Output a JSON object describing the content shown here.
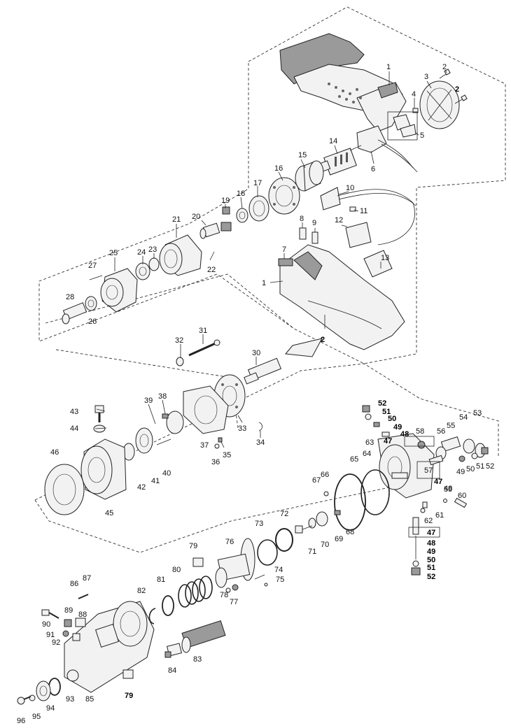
{
  "diagram": {
    "labels": {
      "p1a": "1",
      "p1b": "1",
      "p2a": "2",
      "p2b": "2",
      "p2c": "2",
      "p3": "3",
      "p4": "4",
      "p5": "5",
      "p6": "6",
      "p7": "7",
      "p8": "8",
      "p9": "9",
      "p10": "10",
      "p11": "11",
      "p12": "12",
      "p13": "13",
      "p14": "14",
      "p15": "15",
      "p16": "16",
      "p17": "17",
      "p18": "18",
      "p19": "19",
      "p20": "20",
      "p21": "21",
      "p22": "22",
      "p23": "23",
      "p24": "24",
      "p25": "25",
      "p26": "26",
      "p27": "27",
      "p28": "28",
      "p30": "30",
      "p31": "31",
      "p32": "32",
      "p33": "33",
      "p34": "34",
      "p35": "35",
      "p36": "36",
      "p37": "37",
      "p38": "38",
      "p39": "39",
      "p40": "40",
      "p41": "41",
      "p42": "42",
      "p43": "43",
      "p44": "44",
      "p45": "45",
      "p46": "46",
      "p47a": "47",
      "p47b": "47",
      "p47c": "47",
      "p48a": "48",
      "p48b": "48",
      "p48c": "48",
      "p49a": "49",
      "p49b": "49",
      "p49c": "49",
      "p50a": "50",
      "p50b": "50",
      "p50c": "50",
      "p51a": "51",
      "p51b": "51",
      "p51c": "51",
      "p52a": "52",
      "p52b": "52",
      "p52c": "52",
      "p53": "53",
      "p54": "54",
      "p55": "55",
      "p56": "56",
      "p57": "57",
      "p58": "58",
      "p59": "59",
      "p60": "60",
      "p61": "61",
      "p62": "62",
      "p63": "63",
      "p64": "64",
      "p65": "65",
      "p66": "66",
      "p67": "67",
      "p68": "68",
      "p69": "69",
      "p70": "70",
      "p71": "71",
      "p72": "72",
      "p73": "73",
      "p74": "74",
      "p75": "75",
      "p76": "76",
      "p77": "77",
      "p78": "78",
      "p79a": "79",
      "p79b": "79",
      "p80": "80",
      "p81": "81",
      "p82": "82",
      "p83": "83",
      "p84": "84",
      "p85": "85",
      "p86": "86",
      "p87": "87",
      "p88": "88",
      "p89": "89",
      "p90": "90",
      "p91": "91",
      "p92": "92",
      "p93": "93",
      "p94": "94",
      "p95": "95",
      "p96": "96"
    }
  }
}
